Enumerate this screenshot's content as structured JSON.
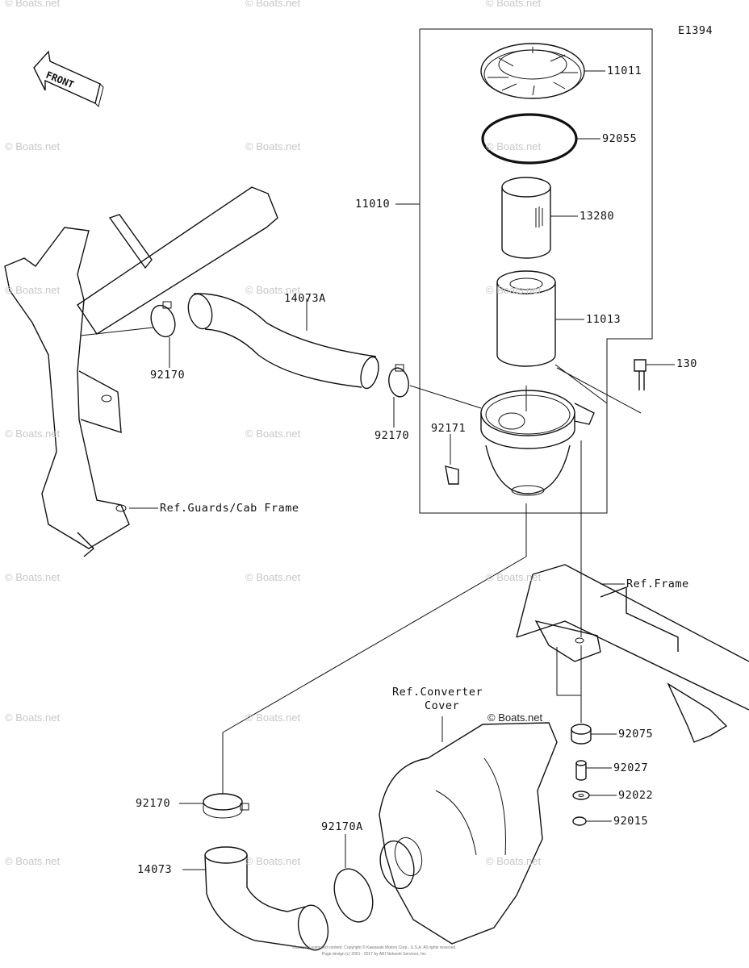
{
  "diagram_code": "E1394",
  "front_arrow_text": "FRONT",
  "part_labels": [
    {
      "id": "11011",
      "text": "11011"
    },
    {
      "id": "92055",
      "text": "92055"
    },
    {
      "id": "11010",
      "text": "11010"
    },
    {
      "id": "13280",
      "text": "13280"
    },
    {
      "id": "11013",
      "text": "11013"
    },
    {
      "id": "130",
      "text": "130"
    },
    {
      "id": "14073A",
      "text": "14073A"
    },
    {
      "id": "92170-a",
      "text": "92170"
    },
    {
      "id": "92170-b",
      "text": "92170"
    },
    {
      "id": "92171",
      "text": "92171"
    },
    {
      "id": "92170-c",
      "text": "92170"
    },
    {
      "id": "92170A",
      "text": "92170A"
    },
    {
      "id": "14073",
      "text": "14073"
    },
    {
      "id": "92075",
      "text": "92075"
    },
    {
      "id": "92027",
      "text": "92027"
    },
    {
      "id": "92022",
      "text": "92022"
    },
    {
      "id": "92015",
      "text": "92015"
    }
  ],
  "ref_labels": {
    "guards_cab_frame": "Ref.Guards/Cab Frame",
    "frame": "Ref.Frame",
    "converter_cover_line1": "Ref.Converter",
    "converter_cover_line2": "Cover"
  },
  "watermark": "© Boats.net",
  "footer": {
    "line1": "Kawasaki restricted content. Copyright © Kawasaki Motors Corp., U.S.A. All rights reserved.",
    "line2": "Page design (c) 2001 - 2017 by ARI Network Services, Inc."
  }
}
